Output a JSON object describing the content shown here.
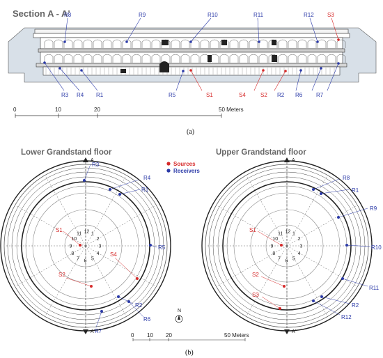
{
  "section": {
    "title": "Section A - A'",
    "scale": {
      "ticks": [
        "0",
        "10",
        "20"
      ],
      "end": "50 Meters"
    },
    "caption": "(a)",
    "labels_top_receivers": [
      "R8",
      "R9",
      "R10",
      "R11",
      "R12"
    ],
    "label_top_source": "S3",
    "labels_bottom": [
      {
        "text": "R3",
        "kind": "receiver"
      },
      {
        "text": "R4",
        "kind": "receiver"
      },
      {
        "text": "R1",
        "kind": "receiver"
      },
      {
        "text": "R5",
        "kind": "receiver"
      },
      {
        "text": "S1",
        "kind": "source"
      },
      {
        "text": "S4",
        "kind": "source"
      },
      {
        "text": "S2",
        "kind": "source"
      },
      {
        "text": "R2",
        "kind": "receiver"
      },
      {
        "text": "R6",
        "kind": "receiver"
      },
      {
        "text": "R7",
        "kind": "receiver"
      }
    ]
  },
  "legend": {
    "sources": "Sources",
    "receivers": "Receivers",
    "source_color": "#d62a2a",
    "receiver_color": "#2b3aa8"
  },
  "plans": {
    "lower": {
      "title": "Lower Grandstand floor",
      "axis_top": "A",
      "axis_bottom": "A'",
      "sources": [
        "S1",
        "S2",
        "S4"
      ],
      "receivers": [
        "R3",
        "R4",
        "R1",
        "R5",
        "R2",
        "R6",
        "R7"
      ]
    },
    "upper": {
      "title": "Upper Grandstand floor",
      "axis_top": "A",
      "axis_bottom": "A'",
      "sources": [
        "S1",
        "S2",
        "S3"
      ],
      "receivers": [
        "R8",
        "R1",
        "R9",
        "R10",
        "R11",
        "R2",
        "R12"
      ]
    },
    "clock_numbers": [
      "12",
      "1",
      "2",
      "3",
      "4",
      "5",
      "6",
      "7",
      "8",
      "9",
      "10",
      "11"
    ]
  },
  "north_label": "N",
  "plan_scale": {
    "ticks": [
      "0",
      "10",
      "20"
    ],
    "end": "50 Meters"
  },
  "caption_b": "(b)"
}
